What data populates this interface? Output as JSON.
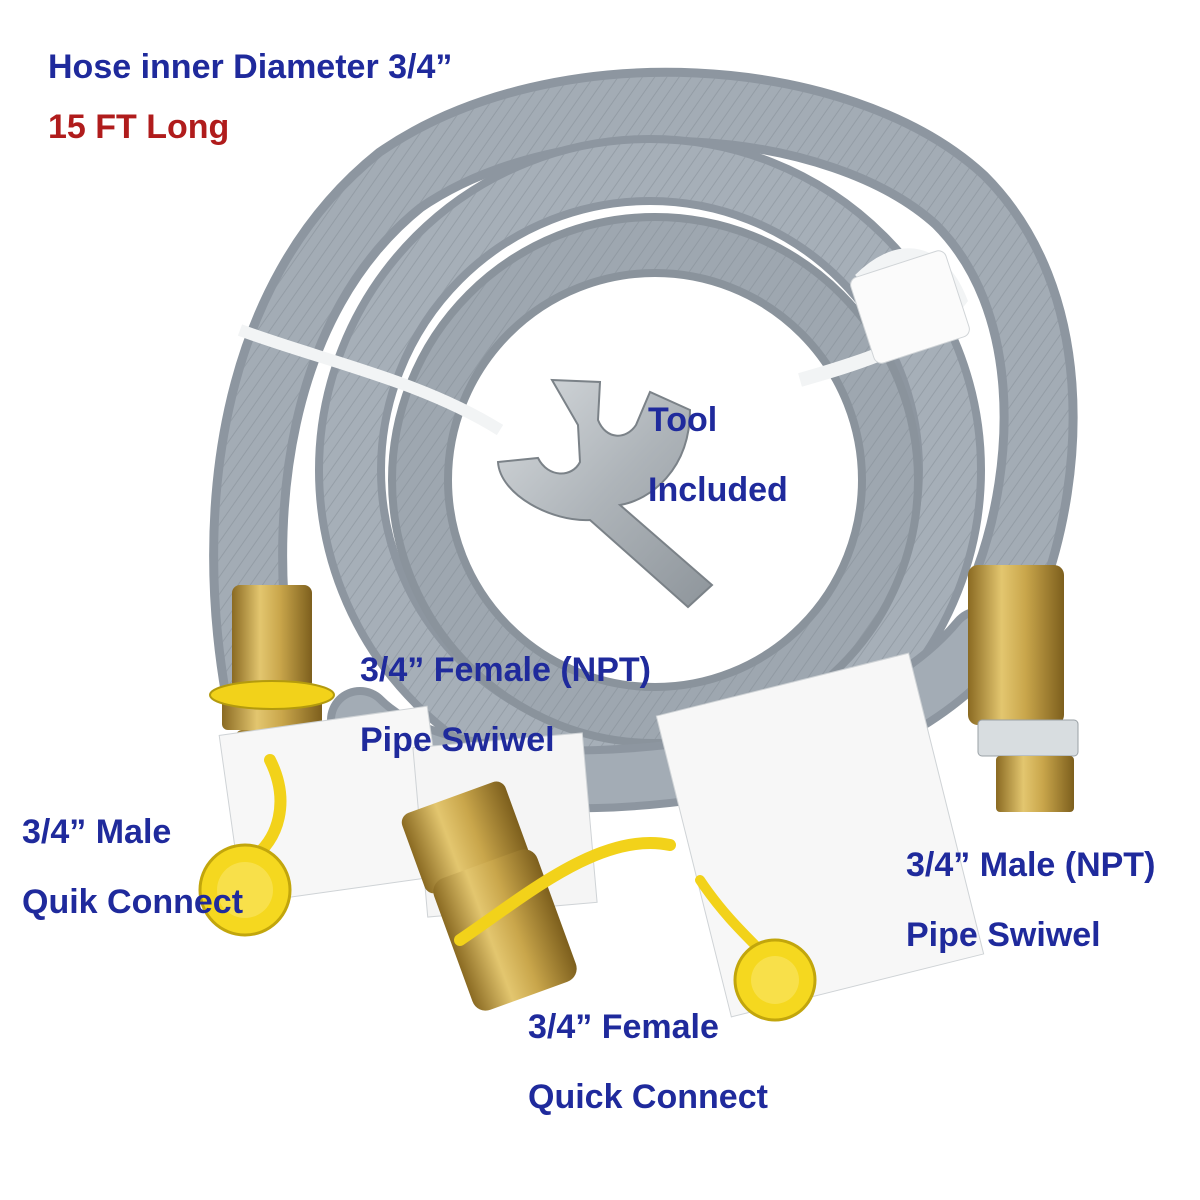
{
  "colors": {
    "label_blue": "#1f2a9c",
    "label_red": "#b01c1c",
    "hose_gray": "#9aa3ac",
    "brass": "#c9a64b",
    "cap_yellow": "#f2d21a",
    "wrench_silver": "#b7bdc2"
  },
  "header": {
    "diameter": "Hose inner Diameter 3/4”",
    "length": "15 FT Long"
  },
  "labels": {
    "tool_line1": "Tool",
    "tool_line2": "Included",
    "female_npt_line1": "3/4” Female (NPT)",
    "female_npt_line2": "Pipe Swiwel",
    "male_qc_line1": "3/4” Male",
    "male_qc_line2": "Quik Connect",
    "male_npt_line1": "3/4” Male (NPT)",
    "male_npt_line2": "Pipe Swiwel",
    "female_qc_line1": "3/4” Female",
    "female_qc_line2": "Quick Connect"
  },
  "icons": {
    "product": "gas-hose-coil",
    "tool": "wrench-icon",
    "caps": "dust-cap-icon"
  }
}
